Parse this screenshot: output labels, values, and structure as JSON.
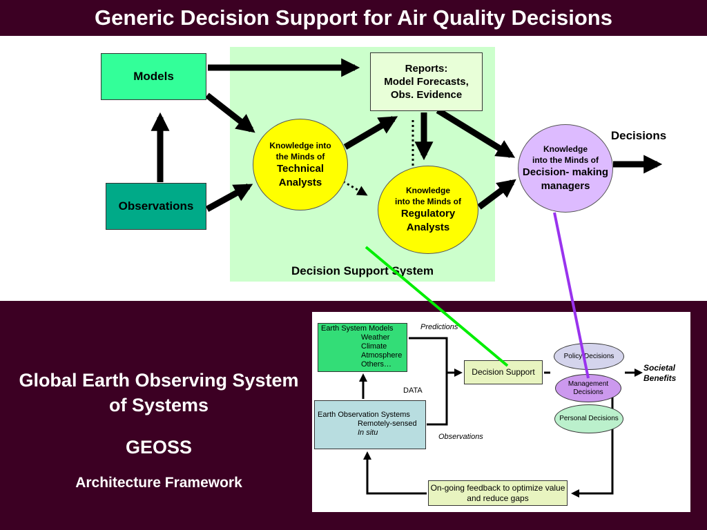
{
  "title": "Generic Decision Support for Air Quality Decisions",
  "diagram": {
    "models": "Models",
    "observations": "Observations",
    "reports": [
      "Reports:",
      "Model Forecasts,",
      "Obs. Evidence"
    ],
    "tech_analysts": [
      "Knowledge  into",
      "the Minds of",
      "Technical",
      "Analysts"
    ],
    "reg_analysts": [
      "Knowledge",
      "into the Minds of",
      "Regulatory",
      "Analysts"
    ],
    "managers": [
      "Knowledge",
      "into the Minds of",
      "Decision- making",
      "managers"
    ],
    "decisions": "Decisions",
    "dss_label": "Decision Support System"
  },
  "geoss": {
    "line1": "Global Earth Observing System of Systems",
    "line2": "GEOSS",
    "line3": "Architecture Framework"
  },
  "framework": {
    "esm_title": "Earth System Models",
    "esm_items": [
      "Weather",
      "Climate",
      "Atmosphere",
      "Others…"
    ],
    "predictions": "Predictions",
    "data": "DATA",
    "eos_title": "Earth Observation Systems",
    "eos_items": [
      "Remotely-sensed",
      "In situ"
    ],
    "observations": "Observations",
    "decision_support": "Decision Support",
    "policy": "Policy Decisions",
    "management": "Management Decisions",
    "personal": "Personal Decisions",
    "societal": "Societal Benefits",
    "feedback": "On-going feedback to optimize value and reduce gaps"
  },
  "colors": {
    "background_dark": "#3c0023",
    "dss_panel": "#ccffcc",
    "models": "#33ff99",
    "observations": "#00aa88",
    "knowledge_circle": "#ffff00",
    "managers_circle": "#ddbbff",
    "green_connector": "#00ee00",
    "purple_connector": "#9933ee"
  }
}
